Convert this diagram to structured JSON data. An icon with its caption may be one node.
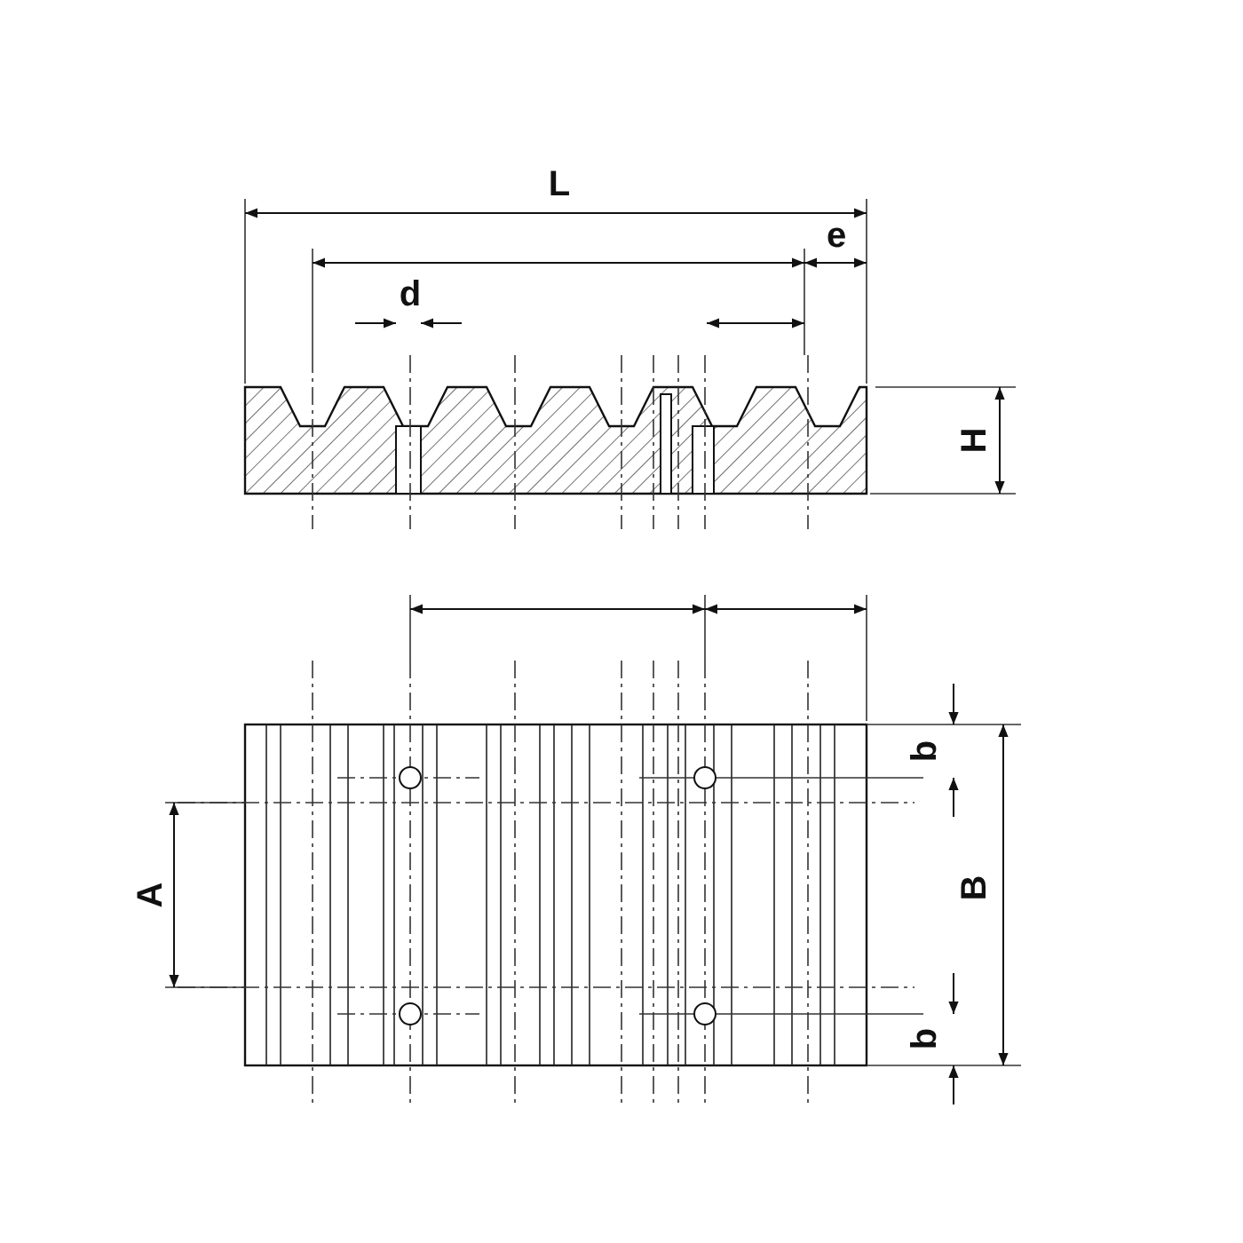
{
  "diagram": {
    "labels": [
      "L",
      "e",
      "d",
      "H",
      "b",
      "A",
      "B",
      "b"
    ]
  }
}
